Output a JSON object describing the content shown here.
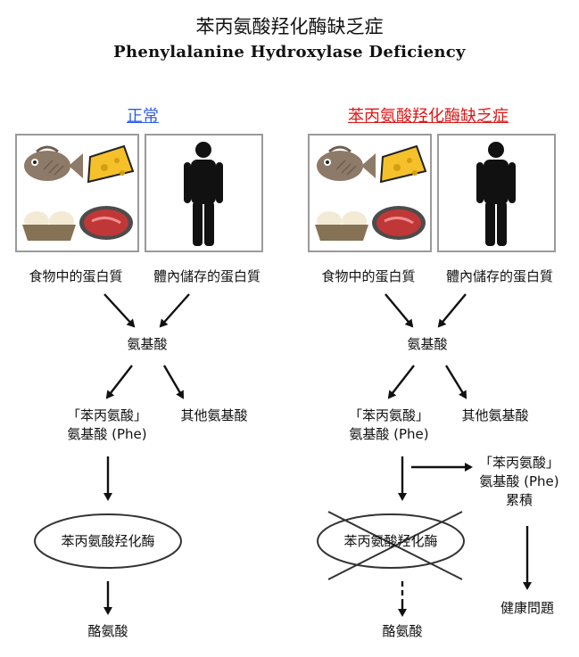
{
  "title_cn": "苯丙氨酸羟化酶缺乏症",
  "title_en": "Phenylalanine Hydroxylase Deficiency",
  "normal": {
    "heading": "正常",
    "food_protein": "食物中的蛋白質",
    "body_protein": "體內儲存的蛋白質",
    "amino_acids": "氨基酸",
    "phe_line1": "「苯丙氨酸」",
    "phe_line2": "氨基酸 (Phe)",
    "other_amino": "其他氨基酸",
    "enzyme": "苯丙氨酸羟化酶",
    "tyrosine": "酪氨酸"
  },
  "pku": {
    "heading": "苯丙氨酸羟化酶缺乏症",
    "food_protein": "食物中的蛋白質",
    "body_protein": "體內儲存的蛋白質",
    "amino_acids": "氨基酸",
    "phe_line1": "「苯丙氨酸」",
    "phe_line2": "氨基酸 (Phe)",
    "other_amino": "其他氨基酸",
    "accum_line1": "「苯丙氨酸」",
    "accum_line2": "氨基酸 (Phe)",
    "accum_line3": "累積",
    "enzyme": "苯丙氨酸羟化酶",
    "tyrosine": "酪氨酸",
    "health": "健康問題"
  },
  "colors": {
    "normal_heading": "#2b5de8",
    "pku_heading": "#e01515"
  }
}
